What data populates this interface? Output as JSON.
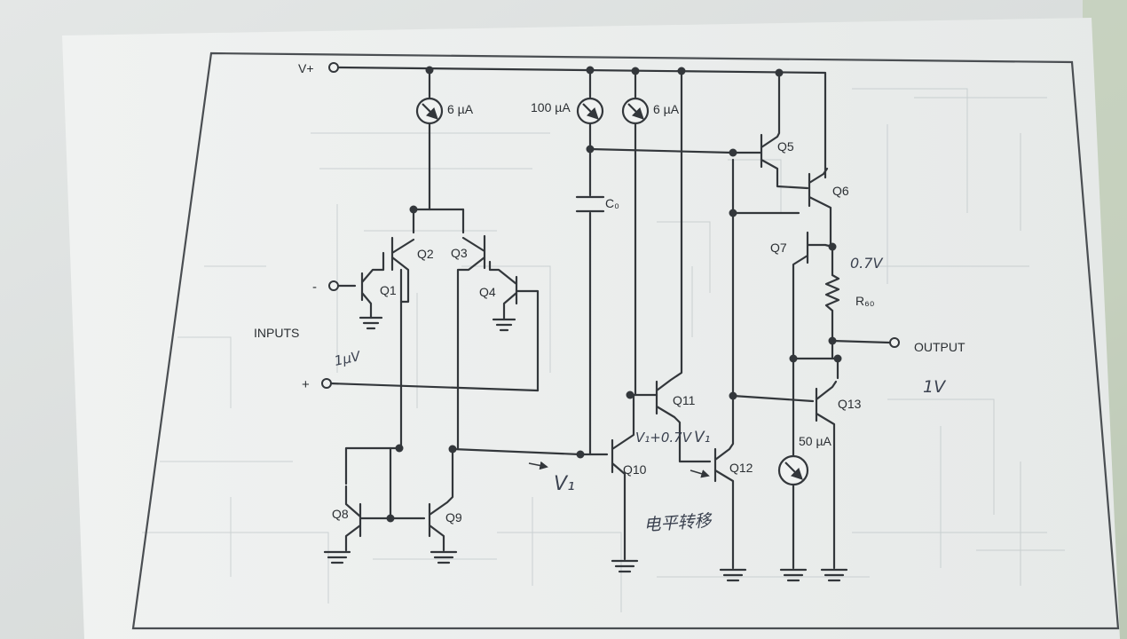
{
  "labels": {
    "vplus": "V+",
    "minus": "-",
    "plus": "+",
    "inputs": "INPUTS",
    "output": "OUTPUT",
    "cur_6ua_left": "6 µA",
    "cur_100ua": "100 µA",
    "cur_6ua_right": "6 µA",
    "cur_50ua": "50 µA",
    "cap": "C₀",
    "resistor": "R₆₀",
    "q1": "Q1",
    "q2": "Q2",
    "q3": "Q3",
    "q4": "Q4",
    "q5": "Q5",
    "q6": "Q6",
    "q7": "Q7",
    "q8": "Q8",
    "q9": "Q9",
    "q10": "Q10",
    "q11": "Q11",
    "q12": "Q12",
    "q13": "Q13"
  },
  "handwriting": {
    "one_uv": "1µV",
    "v1_left": "V₁",
    "v1_plus": "V₁+0.7V",
    "v1_right": "V₁",
    "one_v": "1V",
    "zero7v": "0.7V",
    "level_shift": "电平转移"
  },
  "colors": {
    "paper": "#e9ecea",
    "ink": "#33373b",
    "pencil": "#3b4250"
  }
}
